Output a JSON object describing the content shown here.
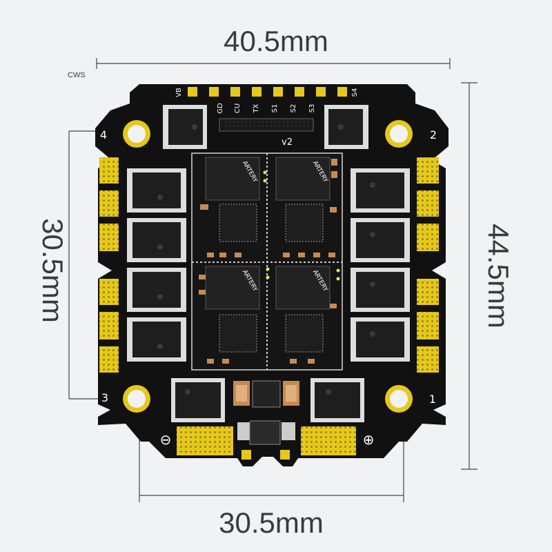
{
  "watermark": "CWS",
  "dimensions": {
    "top_width": "40.5mm",
    "bottom_width": "30.5mm",
    "left_height": "30.5mm",
    "right_height": "44.5mm"
  },
  "board": {
    "version": "v2",
    "top_pads": [
      "VB",
      "GD",
      "CU",
      "TX",
      "S1",
      "S2",
      "S3",
      "S4"
    ],
    "corner_labels": {
      "tl": "4",
      "tr": "2",
      "bl": "3",
      "br": "1"
    },
    "power_neg_symbol": "⊖",
    "power_pos_symbol": "⊕",
    "chip_brand": "ARTERY",
    "colors": {
      "pcb": "#111111",
      "gold": "#e6c81a",
      "mosfet": "#1e1e1e",
      "background": "#f1f2f4"
    }
  }
}
